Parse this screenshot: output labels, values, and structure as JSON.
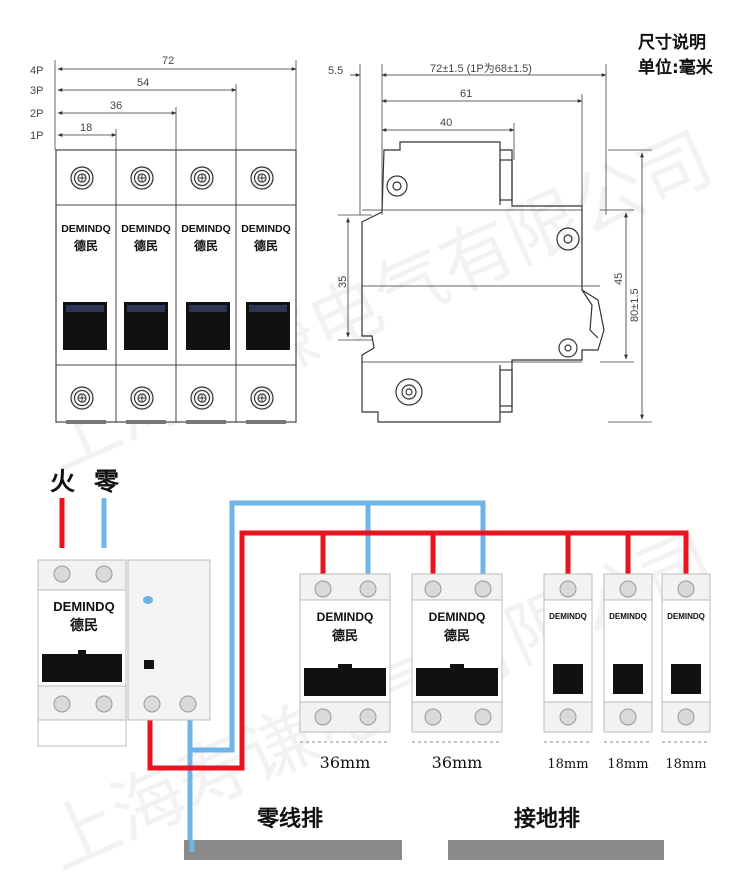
{
  "header": {
    "title": "尺寸说明",
    "unit_label": "单位:毫米"
  },
  "brand": {
    "name": "DEMINDQ",
    "cn_name": "德民"
  },
  "watermark": "上海寿谦电气有限公司",
  "front_view": {
    "pole_labels": [
      "4P",
      "3P",
      "2P",
      "1P"
    ],
    "widths": [
      "72",
      "54",
      "36",
      "18"
    ]
  },
  "side_view": {
    "top_dims": [
      "5.5",
      "72±1.5 (1P为68±1.5)",
      "61",
      "40"
    ],
    "left_dim": "35",
    "right_dims": [
      "45",
      "80±1.5"
    ]
  },
  "wiring": {
    "live_label": "火",
    "neutral_label": "零",
    "module_widths": [
      "36mm",
      "36mm",
      "18mm",
      "18mm",
      "18mm"
    ],
    "neutral_bar_label": "零线排",
    "ground_bar_label": "接地排"
  },
  "colors": {
    "live_wire": "#e8141f",
    "neutral_wire": "#6fb4e4",
    "handle": "#1a1a1a",
    "bar": "#8a8a8a"
  }
}
